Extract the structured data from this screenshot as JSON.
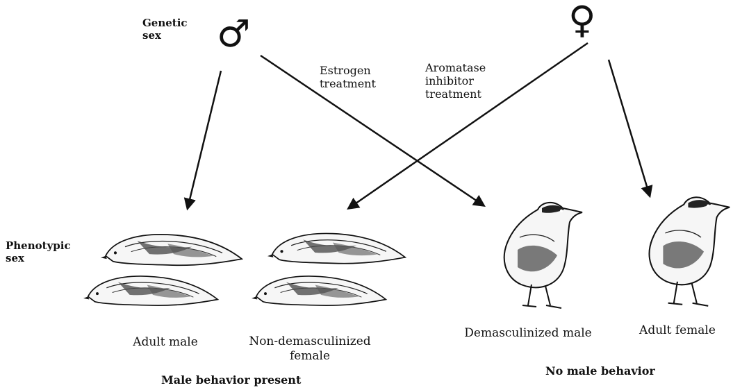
{
  "genetic_sex": {
    "label_line1": "Genetic",
    "label_line2": "sex",
    "male_symbol": "♂",
    "female_symbol": "♀"
  },
  "treatments": {
    "estrogen_line1": "Estrogen",
    "estrogen_line2": "treatment",
    "aromatase_line1": "Aromatase",
    "aromatase_line2": "inhibitor",
    "aromatase_line3": "treatment"
  },
  "phenotypic_sex": {
    "label_line1": "Phenotypic",
    "label_line2": "sex"
  },
  "outcomes": {
    "adult_male": "Adult male",
    "non_demasc_line1": "Non-demasculinized",
    "non_demasc_line2": "female",
    "demasc_male": "Demasculinized male",
    "adult_female": "Adult female"
  },
  "groups": {
    "male_behavior_present": "Male behavior present",
    "no_male_behavior": "No male behavior"
  },
  "icons": {
    "male": "male-symbol-icon",
    "female": "female-symbol-icon",
    "bird": "quail-illustration"
  }
}
